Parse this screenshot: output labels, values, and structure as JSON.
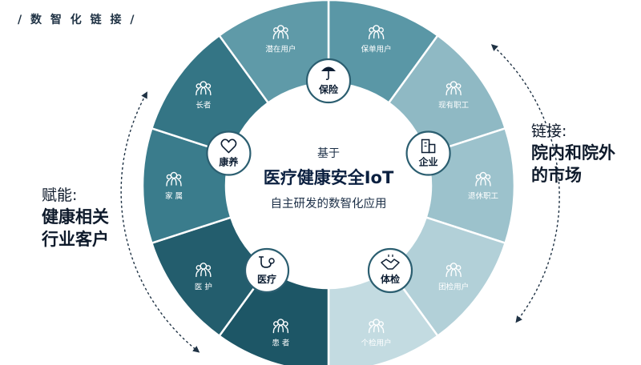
{
  "header": {
    "title": "/ 数 智 化 链 接 /"
  },
  "left": {
    "line1": "赋能:",
    "line2": "健康相关",
    "line3": "行业客户"
  },
  "right": {
    "line1": "链接:",
    "line2": "院内和院外",
    "line3": "的市场"
  },
  "center": {
    "line1": "基于",
    "line2": "医疗健康安全IoT",
    "line3": "自主研发的数智化应用"
  },
  "segments": [
    {
      "id": "baodan",
      "label": "保单用户",
      "color": "#5a97a6"
    },
    {
      "id": "xianyou",
      "label": "现有职工",
      "color": "#8fb9c4"
    },
    {
      "id": "tuixiu",
      "label": "退休职工",
      "color": "#9cc2cc"
    },
    {
      "id": "tuanjian",
      "label": "团检用户",
      "color": "#b2d0d8"
    },
    {
      "id": "gejian",
      "label": "个检用户",
      "color": "#c3dbe1"
    },
    {
      "id": "huanzhe",
      "label": "患 者",
      "color": "#1d5666"
    },
    {
      "id": "yihu",
      "label": "医 护",
      "color": "#235d6d"
    },
    {
      "id": "jiashu",
      "label": "家 属",
      "color": "#3a7c8c"
    },
    {
      "id": "zhangzhe",
      "label": "长者",
      "color": "#347585"
    },
    {
      "id": "qianzai",
      "label": "潜在用户",
      "color": "#5f9aa8"
    }
  ],
  "badges": [
    {
      "id": "baoxian",
      "label": "保险",
      "icon": "umbrella-icon"
    },
    {
      "id": "qiye",
      "label": "企业",
      "icon": "building-icon"
    },
    {
      "id": "tijian",
      "label": "体检",
      "icon": "handshake-icon"
    },
    {
      "id": "yiliao",
      "label": "医疗",
      "icon": "stethoscope-icon"
    },
    {
      "id": "kangyang",
      "label": "康养",
      "icon": "heart-icon"
    }
  ]
}
